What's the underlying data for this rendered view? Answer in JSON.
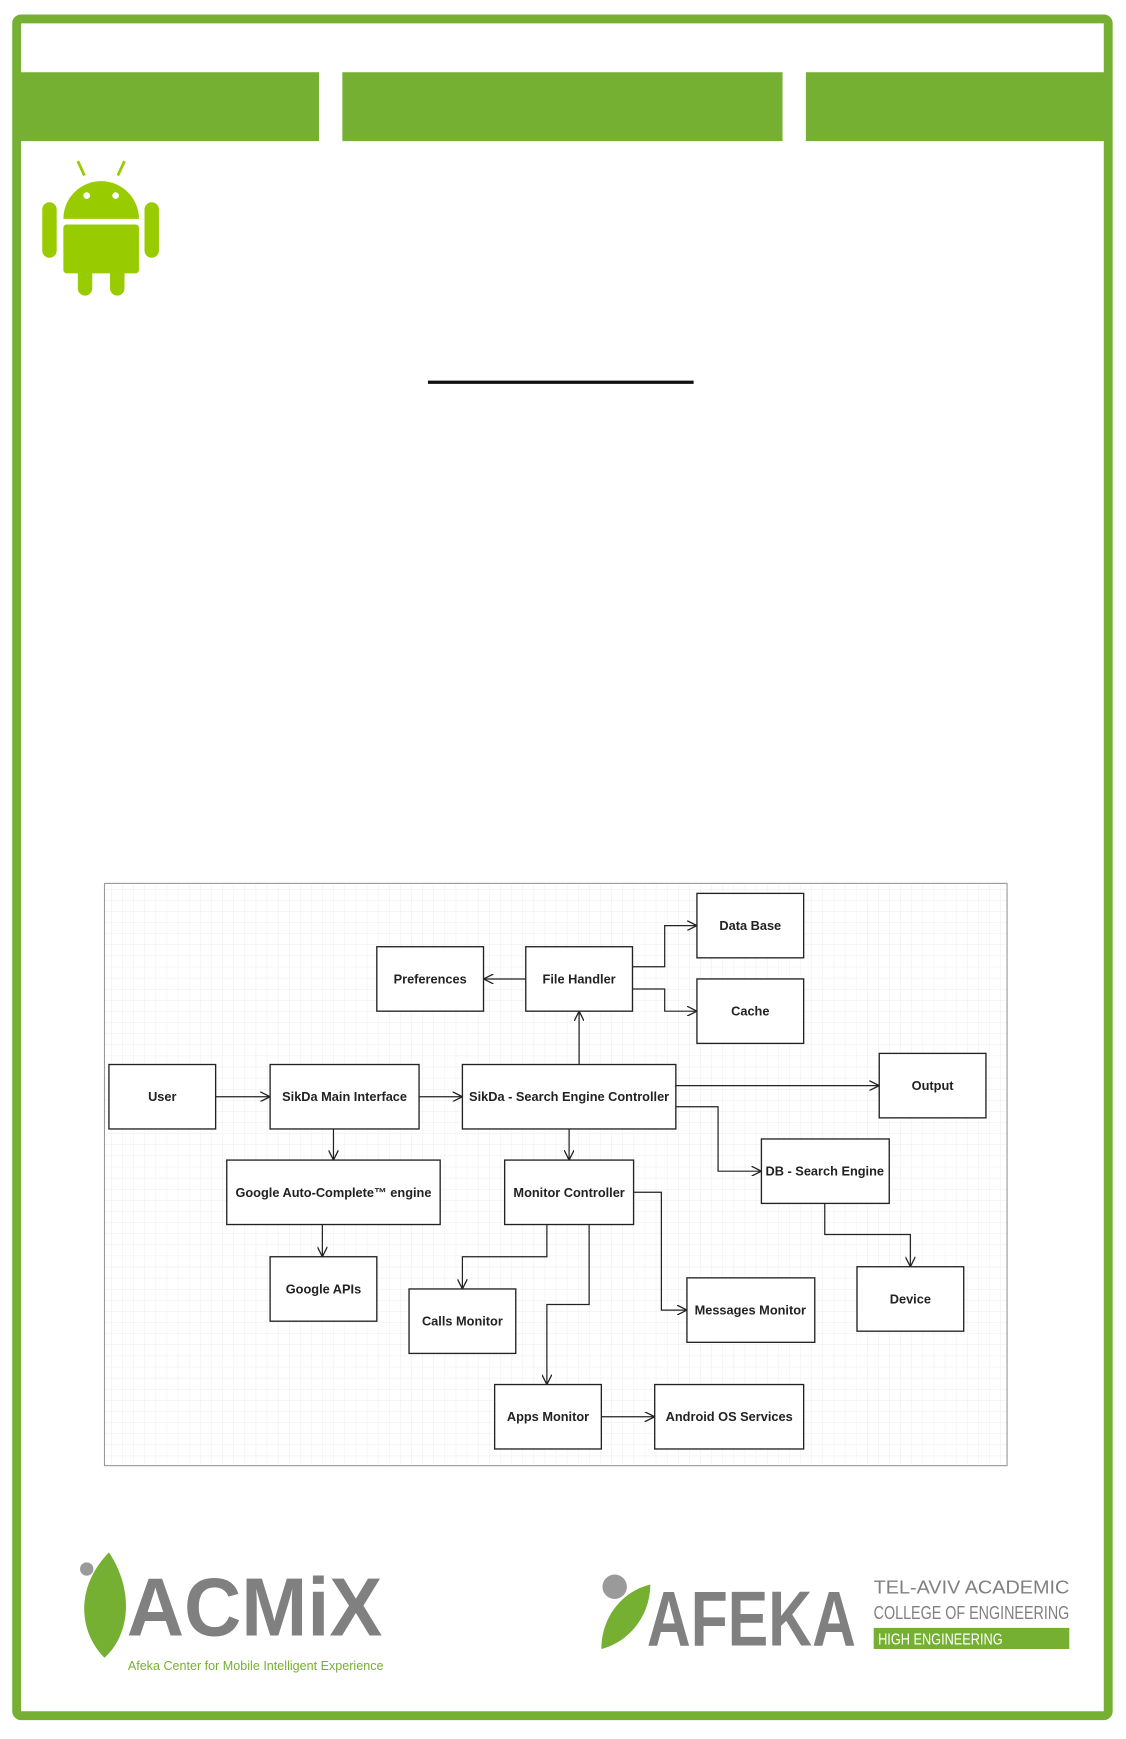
{
  "colors": {
    "brand_green": "#76b033",
    "android_green": "#99cc00",
    "logo_gray": "#808080"
  },
  "diagram": {
    "nodes": {
      "user": "User",
      "main_interface": "SikDa Main Interface",
      "search_controller": "SikDa - Search Engine Controller",
      "file_handler": "File Handler",
      "preferences": "Preferences",
      "data_base": "Data Base",
      "cache": "Cache",
      "output": "Output",
      "db_search_engine": "DB - Search Engine",
      "device": "Device",
      "google_autocomplete": "Google Auto-Complete™ engine",
      "google_apis": "Google APIs",
      "monitor_controller": "Monitor Controller",
      "calls_monitor": "Calls Monitor",
      "messages_monitor": "Messages Monitor",
      "apps_monitor": "Apps Monitor",
      "android_os_services": "Android OS Services"
    }
  },
  "footer": {
    "acmix": {
      "name": "ACMiX",
      "tagline": "Afeka Center for Mobile Intelligent Experience"
    },
    "afeka": {
      "name": "AFEKA",
      "line1": "TEL-AVIV  ACADEMIC",
      "line2": "COLLEGE  OF  ENGINEERING",
      "line3": "HIGH ENGINEERING"
    }
  }
}
